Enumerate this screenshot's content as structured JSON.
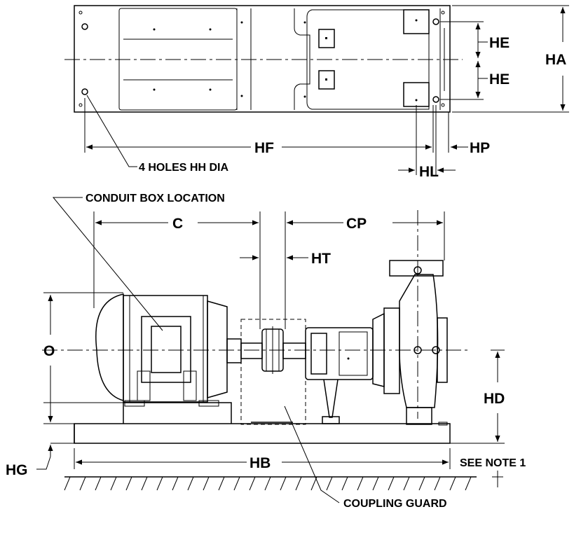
{
  "dimensions": {
    "HA": "HA",
    "HE_top": "HE",
    "HE_bottom": "HE",
    "HF": "HF",
    "HP": "HP",
    "HL": "HL",
    "C": "C",
    "CP": "CP",
    "HT": "HT",
    "O": "O",
    "HD": "HD",
    "HG": "HG",
    "HB": "HB"
  },
  "notes": {
    "holes": "4 HOLES HH DIA",
    "conduit_box": "CONDUIT BOX  LOCATION",
    "see_note": "SEE NOTE 1",
    "coupling_guard": "COUPLING GUARD"
  }
}
